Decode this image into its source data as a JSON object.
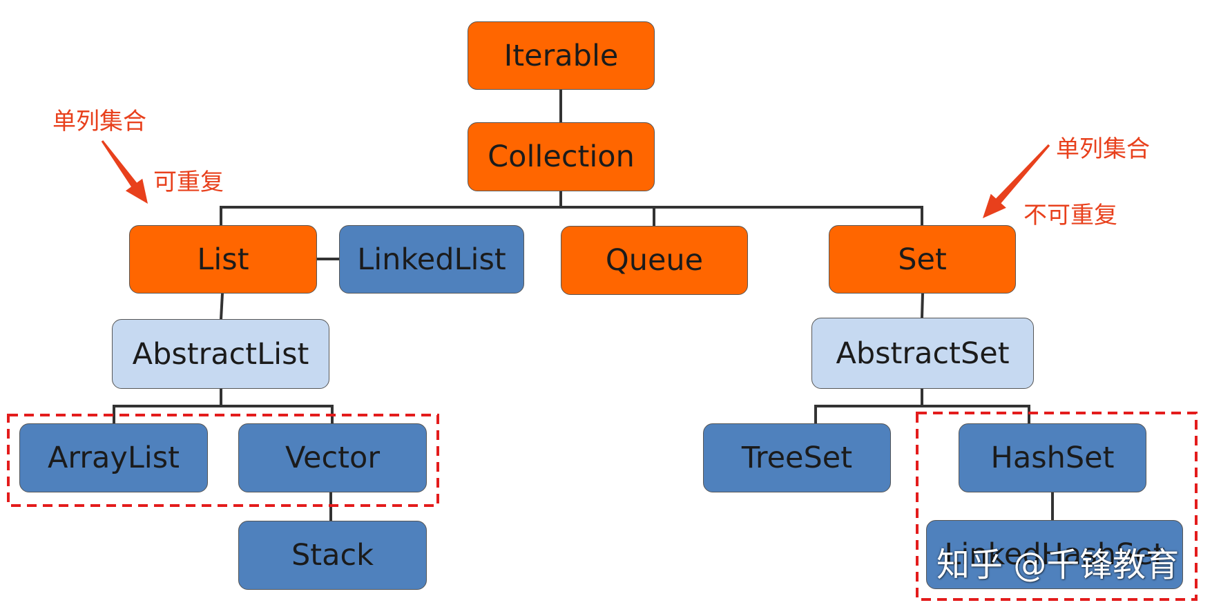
{
  "colors": {
    "interface": "#ff6600",
    "abstract": "#c6d9f1",
    "concrete": "#4f81bd",
    "connector": "#333333",
    "annotation": "#e8401c"
  },
  "nodes": {
    "iterable": {
      "label": "Iterable",
      "kind": "interface"
    },
    "collection": {
      "label": "Collection",
      "kind": "interface"
    },
    "list": {
      "label": "List",
      "kind": "interface"
    },
    "linkedlist": {
      "label": "LinkedList",
      "kind": "concrete"
    },
    "queue": {
      "label": "Queue",
      "kind": "interface"
    },
    "set": {
      "label": "Set",
      "kind": "interface"
    },
    "abstractlist": {
      "label": "AbstractList",
      "kind": "abstract"
    },
    "abstractset": {
      "label": "AbstractSet",
      "kind": "abstract"
    },
    "arraylist": {
      "label": "ArrayList",
      "kind": "concrete"
    },
    "vector": {
      "label": "Vector",
      "kind": "concrete"
    },
    "stack": {
      "label": "Stack",
      "kind": "concrete"
    },
    "treeset": {
      "label": "TreeSet",
      "kind": "concrete"
    },
    "hashset": {
      "label": "HashSet",
      "kind": "concrete"
    },
    "linkedhashset": {
      "label": "LinkedHashSet",
      "kind": "concrete"
    }
  },
  "annotations": {
    "left_title": "单列集合",
    "left_sub": "可重复",
    "right_title": "单列集合",
    "right_sub": "不可重复"
  },
  "watermark": "知乎 @千锋教育"
}
